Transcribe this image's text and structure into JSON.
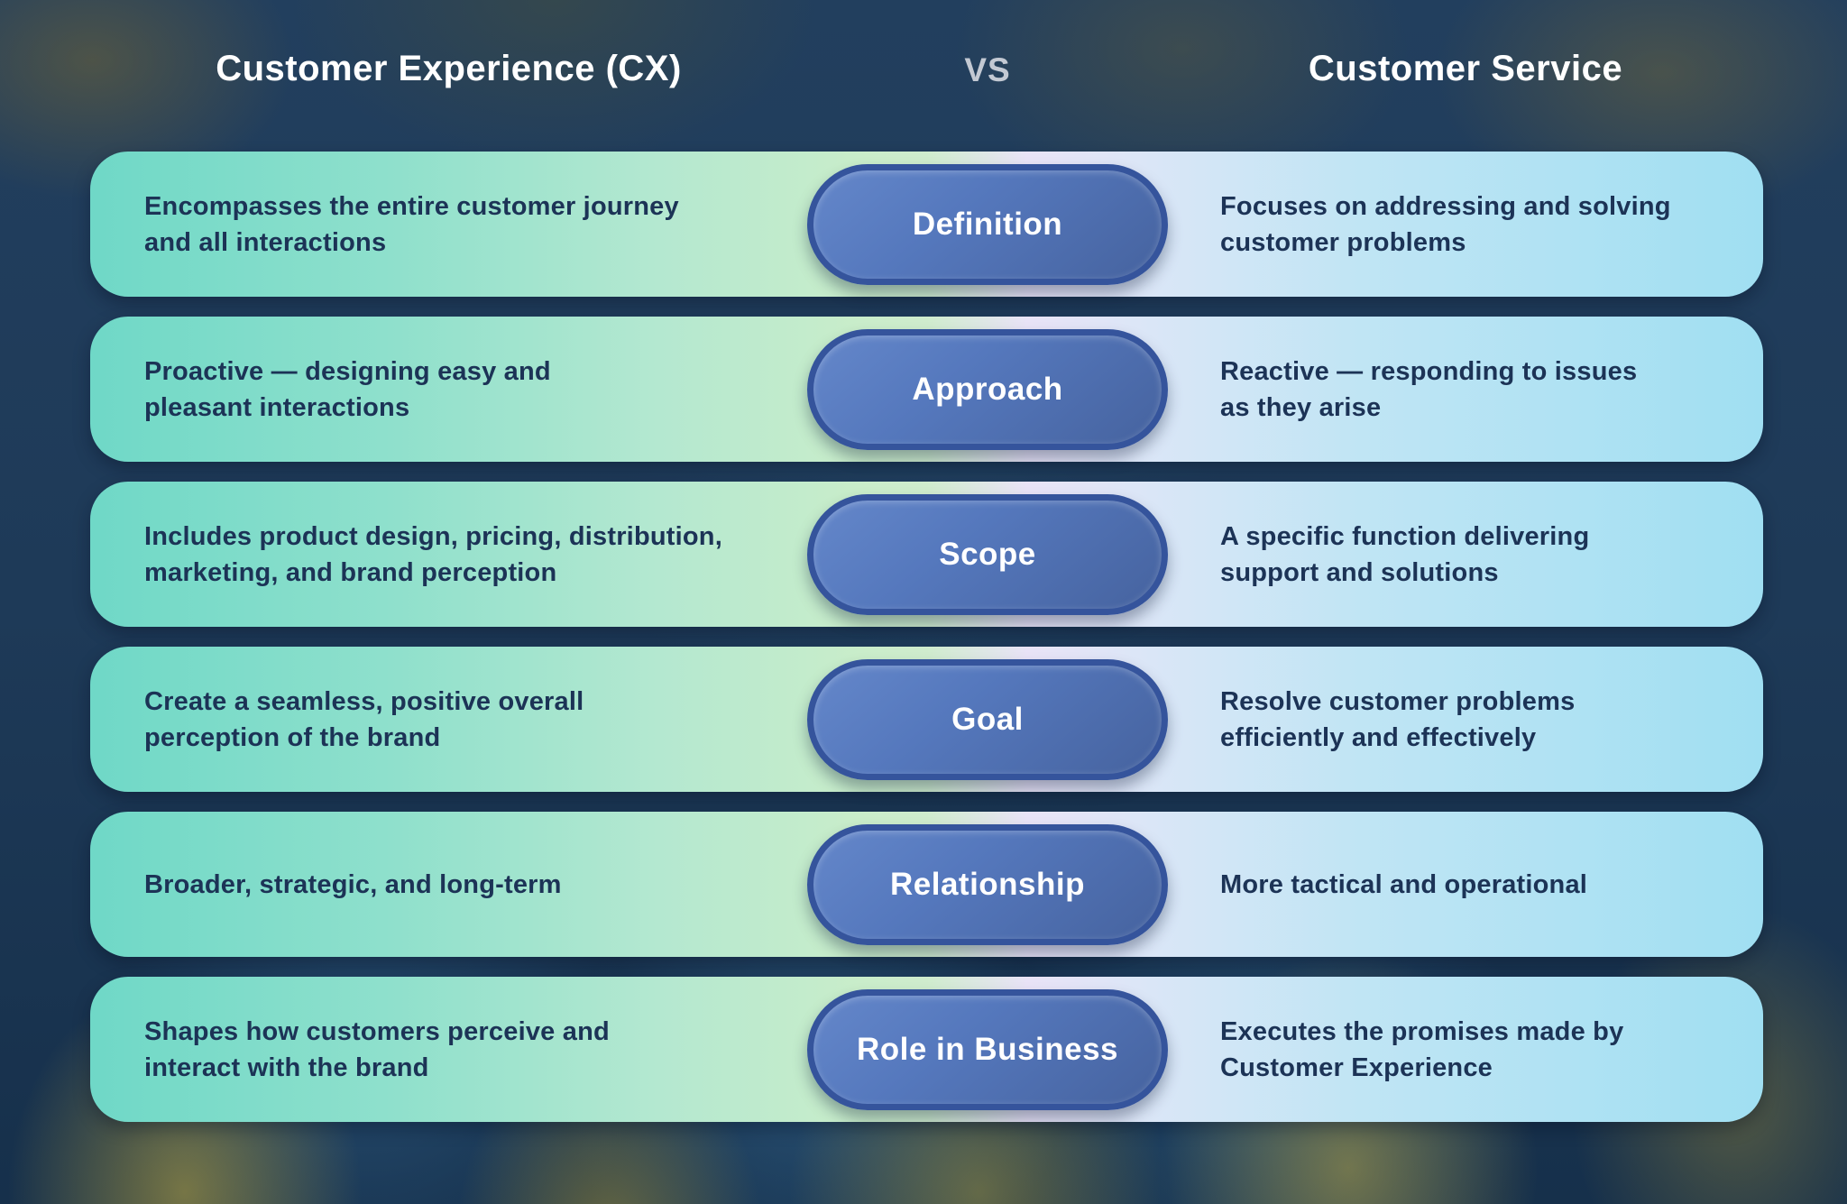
{
  "header": {
    "left_title": "Customer Experience (CX)",
    "vs_label": "VS",
    "right_title": "Customer Service"
  },
  "rows": [
    {
      "category": "Definition",
      "cx": "Encompasses the entire customer journey\nand all interactions",
      "cs": "Focuses on addressing and solving\ncustomer problems"
    },
    {
      "category": "Approach",
      "cx": "Proactive — designing easy and\npleasant interactions",
      "cs": "Reactive — responding to issues\nas they arise"
    },
    {
      "category": "Scope",
      "cx": "Includes product design, pricing, distribution,\nmarketing, and brand perception",
      "cs": "A specific function delivering\nsupport and solutions"
    },
    {
      "category": "Goal",
      "cx": "Create a seamless, positive overall\nperception of the brand",
      "cs": "Resolve customer problems\nefficiently and effectively"
    },
    {
      "category": "Relationship",
      "cx": "Broader, strategic, and long-term",
      "cs": "More tactical and operational"
    },
    {
      "category": "Role in Business",
      "cx": "Shapes how customers perceive and\ninteract with the brand",
      "cs": "Executes the promises made by\nCustomer Experience"
    }
  ],
  "colors": {
    "page_background": "#1e3a58",
    "row_gradient_left": "#6fd8c7",
    "row_gradient_mid_green": "#cdedca",
    "row_gradient_mid_lavender": "#e9e3f7",
    "row_gradient_right": "#a0dff2",
    "pill_fill_start": "#6487ca",
    "pill_fill_end": "#46639f",
    "pill_border": "#35549c",
    "body_text": "#1c3356",
    "title_text": "#ffffff",
    "vs_text": "#c3c9d3"
  }
}
